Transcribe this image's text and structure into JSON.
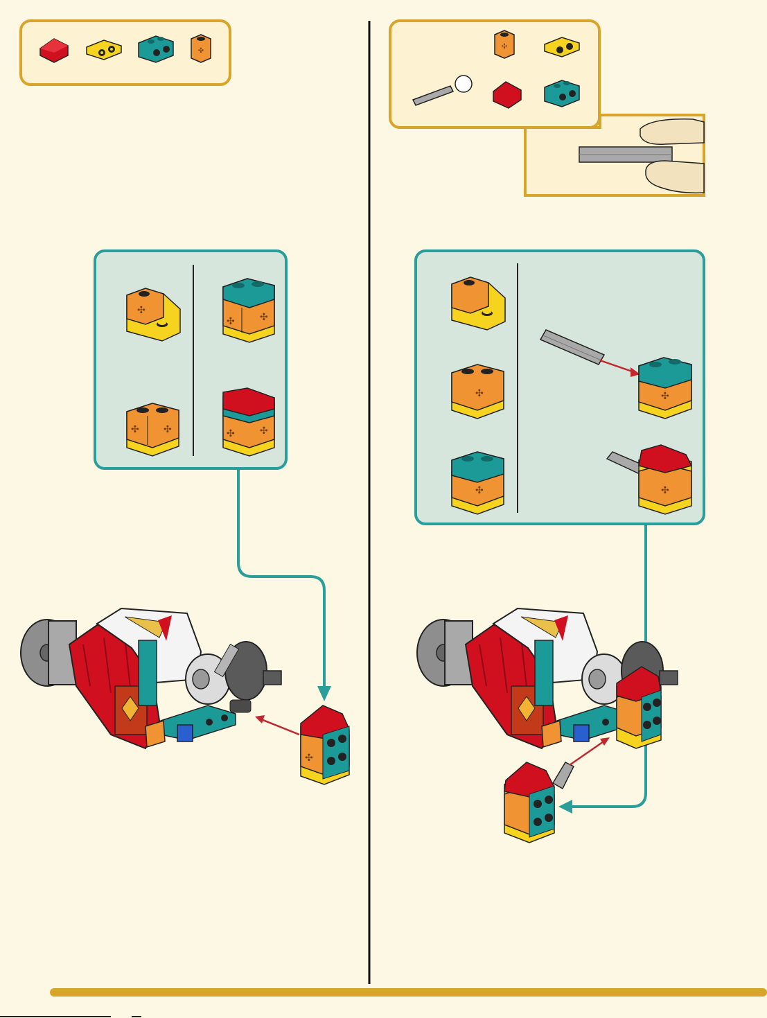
{
  "page": {
    "background": "#fdf8e4",
    "accent_gold": "#d8a52a",
    "submodel_fill": "#d6e6dc",
    "submodel_border": "#2a9e9a",
    "arrow_red": "#c0282d",
    "divider": "#111111"
  },
  "steps": [
    {
      "parts_list": [
        {
          "icon": "red-slope-brick-icon",
          "color": "#d0101e"
        },
        {
          "icon": "yellow-bracket-plate-icon",
          "color": "#f5d31f"
        },
        {
          "icon": "teal-bracket-plate-icon",
          "color": "#1c9a98"
        },
        {
          "icon": "orange-technic-brick-icon",
          "color": "#f09333"
        }
      ],
      "submodel": {
        "cells": [
          "orange-bracket-stage",
          "teal-stack-stage",
          "orange-double-stage",
          "red-capped-stage"
        ]
      },
      "model": "mech-build-icon"
    },
    {
      "parts_list": [
        {
          "icon": "orange-technic-brick-icon",
          "color": "#f09333"
        },
        {
          "icon": "yellow-bracket-plate-icon",
          "color": "#f5d31f"
        },
        {
          "icon": "grey-axle-icon",
          "color": "#a9a9a9"
        },
        {
          "icon": "red-slope-brick-icon",
          "color": "#d0101e"
        },
        {
          "icon": "teal-bracket-plate-icon",
          "color": "#1c9a98"
        }
      ],
      "callout": "axle-length-callout",
      "submodel": {
        "cells": [
          "orange-bracket-stage",
          "orange-double-stage",
          "teal-stack-stage",
          "axle-insert-stage",
          "red-capped-axle-stage"
        ]
      },
      "model": "mech-build-icon"
    }
  ]
}
